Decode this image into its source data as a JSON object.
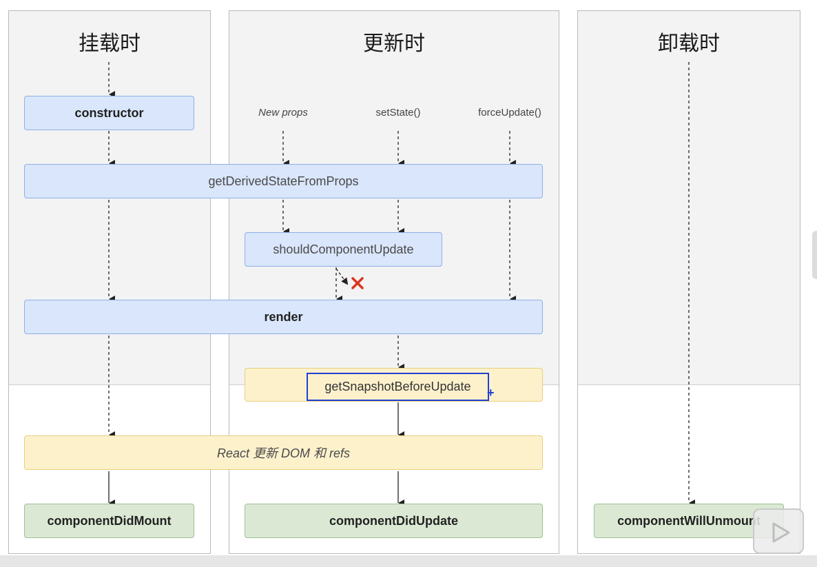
{
  "columns": {
    "mount": {
      "title": "挂载时"
    },
    "update": {
      "title": "更新时"
    },
    "unmount": {
      "title": "卸载时"
    }
  },
  "triggers": {
    "new_props": "New props",
    "set_state": "setState()",
    "force_update": "forceUpdate()"
  },
  "nodes": {
    "constructor": "constructor",
    "get_derived_state": "getDerivedStateFromProps",
    "should_component_update": "shouldComponentUpdate",
    "render": "render",
    "get_snapshot": "getSnapshotBeforeUpdate",
    "react_update_dom": "React 更新 DOM 和 refs",
    "component_did_mount": "componentDidMount",
    "component_did_update": "componentDidUpdate",
    "component_will_unmount": "componentWillUnmount"
  },
  "colors": {
    "blue_box": "#d9e6fb",
    "yellow_box": "#fdf1cc",
    "green_box": "#dbe9d4",
    "cancel_x": "#d9361c",
    "selection": "#1f3fd6"
  },
  "icons": {
    "cancel": "x-icon",
    "selection_handle": "plus-icon",
    "video_overlay": "play-icon"
  }
}
